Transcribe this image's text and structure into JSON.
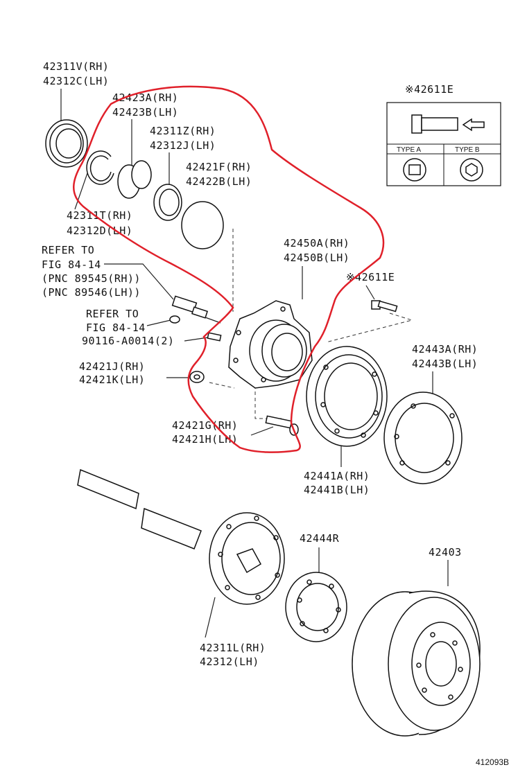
{
  "labels": {
    "seal_outer": [
      "42311V(RH)",
      "42312C(LH)"
    ],
    "bearing": [
      "42423A(RH)",
      "42423B(LH)"
    ],
    "seal_inner": [
      "42311Z(RH)",
      "42312J(LH)"
    ],
    "o_ring": [
      "42421F(RH)",
      "42422B(LH)"
    ],
    "snap_ring": [
      "42311T(RH)",
      "42312D(LH)"
    ],
    "refer_sensor": [
      "REFER TO",
      "FIG 84-14",
      "(PNC 89545(RH))",
      "(PNC 89546(LH))"
    ],
    "refer_clip": [
      "REFER TO",
      "FIG 84-14"
    ],
    "bolt": "90116-A0014(2)",
    "nut": [
      "42421J(RH)",
      "42421K(LH)"
    ],
    "hub": [
      "42450A(RH)",
      "42450B(LH)"
    ],
    "hub_bolt_top": "※42611E",
    "hub_bolt_mid": "※42611E",
    "gasket": [
      "42443A(RH)",
      "42443B(LH)"
    ],
    "stud": [
      "42421G(RH)",
      "42421H(LH)"
    ],
    "backing_plate": [
      "42441A(RH)",
      "42441B(LH)"
    ],
    "shim": "42444R",
    "drum": "42403",
    "axle_shaft": [
      "42311L(RH)",
      "42312(LH)"
    ],
    "type_a": "TYPE A",
    "type_b": "TYPE B",
    "figure_id": "412093B"
  },
  "colors": {
    "highlight": "#e0202a",
    "line": "#111111"
  }
}
